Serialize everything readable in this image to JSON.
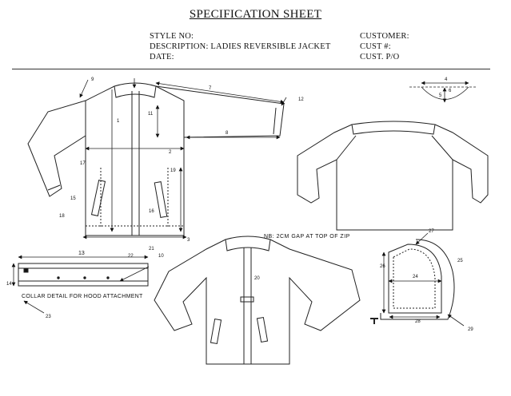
{
  "sheet": {
    "title": "SPECIFICATION SHEET",
    "style_no_label": "STYLE NO:",
    "description_label": "DESCRIPTION: LADIES REVERSIBLE JACKET",
    "date_label": "DATE:",
    "customer_label": "CUSTOMER:",
    "cust_no_label": "CUST #:",
    "cust_po_label": "CUST. P/O"
  },
  "notes": {
    "zip_gap": "NB: 2CM GAP AT TOP OF ZIP",
    "collar_detail": "COLLAR DETAIL FOR HOOD ATTACHMENT"
  },
  "measurements": {
    "m1": "1",
    "m2": "2",
    "m3": "3",
    "m4": "4",
    "m5": "5",
    "m6": "6",
    "m7": "7",
    "m8": "8",
    "m9": "9",
    "m10": "10",
    "m11": "11",
    "m12": "12",
    "m13": "13",
    "m14": "14",
    "m15": "15",
    "m16": "16",
    "m17": "17",
    "m18": "18",
    "m19": "19",
    "m20": "20",
    "m21": "21",
    "m22": "22",
    "m23": "23",
    "m24": "24",
    "m25": "25",
    "m26": "26",
    "m27": "27",
    "m28": "28",
    "m29": "29"
  }
}
